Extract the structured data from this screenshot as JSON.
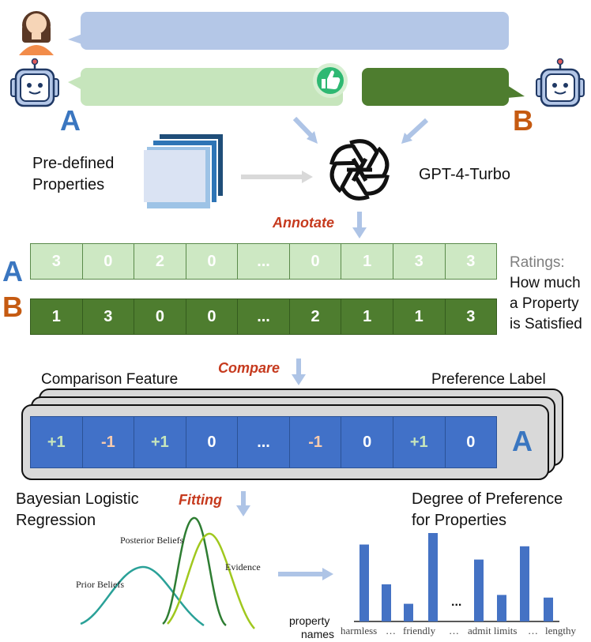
{
  "labels": {
    "a": "A",
    "b": "B",
    "predefined_line1": "Pre-defined",
    "predefined_line2": "Properties",
    "model": "GPT-4-Turbo",
    "annotate": "Annotate",
    "compare": "Compare",
    "fitting": "Fitting",
    "ratings_line1": "Ratings:",
    "ratings_line2": "How much",
    "ratings_line3": "a Property",
    "ratings_line4": "is Satisfied",
    "comparison_feature": "Comparison Feature",
    "preference_label": "Preference Label",
    "preference_value": "A",
    "bayes_line1": "Bayesian Logistic",
    "bayes_line2": "Regression",
    "degree_line1": "Degree of Preference",
    "degree_line2": "for Properties",
    "posterior": "Posterior Beliefs",
    "prior": "Prior Beliefs",
    "evidence": "Evidence",
    "property_names_line1": "property",
    "property_names_line2": "names",
    "bar_dots": "..."
  },
  "ratings_a": [
    "3",
    "0",
    "2",
    "0",
    "...",
    "0",
    "1",
    "3",
    "3"
  ],
  "ratings_b": [
    "1",
    "3",
    "0",
    "0",
    "...",
    "2",
    "1",
    "1",
    "3"
  ],
  "comparison": [
    "+1",
    "-1",
    "+1",
    "0",
    "...",
    "-1",
    "0",
    "+1",
    "0"
  ],
  "property_axis": [
    "harmless",
    "…",
    "friendly",
    "…",
    "admit limits",
    "…",
    "lengthy"
  ],
  "colors": {
    "user_bubble": "#b4c7e7",
    "bot_a_bubble": "#c6e5bc",
    "bot_b_bubble": "#4e7d2f",
    "letter_a": "#3a76c0",
    "letter_b": "#c55a11",
    "positive": "#c6e5bc",
    "negative": "#f8cbad",
    "neutral": "#ffffff",
    "bars": "#4472c4",
    "prior_curve": "#2aa198",
    "posterior_curve": "#2e7d32",
    "evidence_curve": "#a0c81e"
  },
  "chart_data": {
    "type": "bar",
    "title": "Degree of Preference for Properties",
    "xlabel": "property names",
    "ylabel": "",
    "categories": [
      "harmless",
      "",
      "",
      "friendly",
      "",
      "",
      "admit limits",
      "",
      "lengthy"
    ],
    "values": [
      0.87,
      0.42,
      0.2,
      1.0,
      0.7,
      0.3,
      0.85,
      0.27
    ],
    "groups": [
      {
        "label": "harmless",
        "values": [
          0.87,
          0.42
        ]
      },
      {
        "label": "friendly",
        "values": [
          0.2,
          1.0
        ]
      },
      {
        "label": "admit limits",
        "values": [
          0.7,
          0.3
        ]
      },
      {
        "label": "lengthy",
        "values": [
          0.85,
          0.27
        ]
      }
    ],
    "grid": false
  }
}
